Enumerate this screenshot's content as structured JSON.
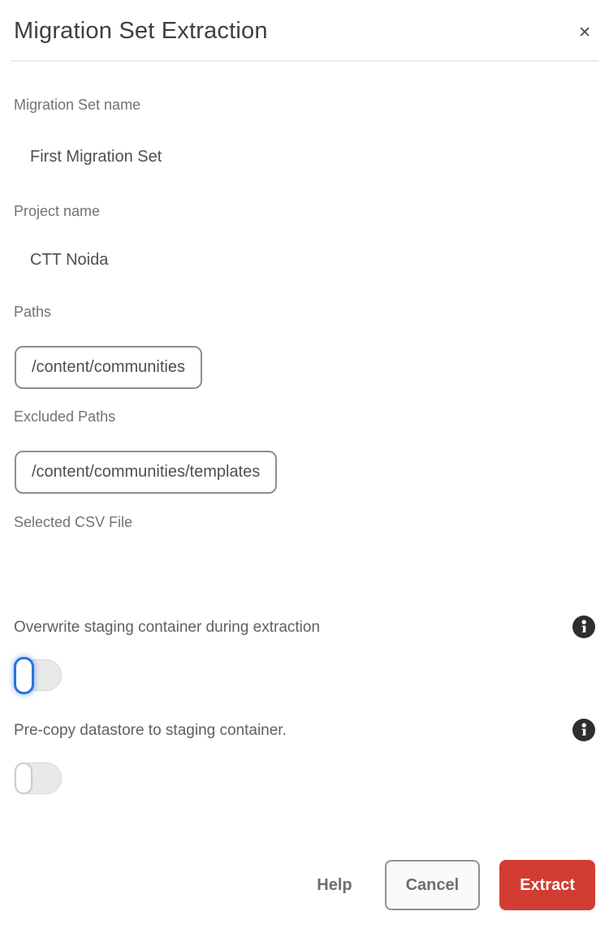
{
  "dialog": {
    "title": "Migration Set Extraction"
  },
  "icons": {
    "close": "✕",
    "info": "info-icon"
  },
  "fields": [
    {
      "label": "Migration Set name",
      "value": "First Migration Set"
    },
    {
      "label": "Project name",
      "value": "CTT Noida"
    },
    {
      "label": "Paths",
      "value": "/content/communities"
    },
    {
      "label": "Excluded Paths",
      "value": "/content/communities/templates"
    },
    {
      "label": "Selected CSV File",
      "value": ""
    }
  ],
  "toggles": [
    {
      "label": "Overwrite staging container during extraction",
      "state": "off",
      "focused": true
    },
    {
      "label": "Pre-copy datastore to staging container.",
      "state": "off",
      "focused": false
    }
  ],
  "footer": {
    "help": "Help",
    "cancel": "Cancel",
    "extract": "Extract"
  },
  "colors": {
    "accent_red": "#d23c33",
    "focus_blue": "#2a71e3",
    "info_black": "#2e2e2e",
    "label_gray": "#737373",
    "value_gray": "#4f4f4f",
    "tag_border": "#8e8e8e",
    "toggle_track": "#e9e9e9"
  }
}
